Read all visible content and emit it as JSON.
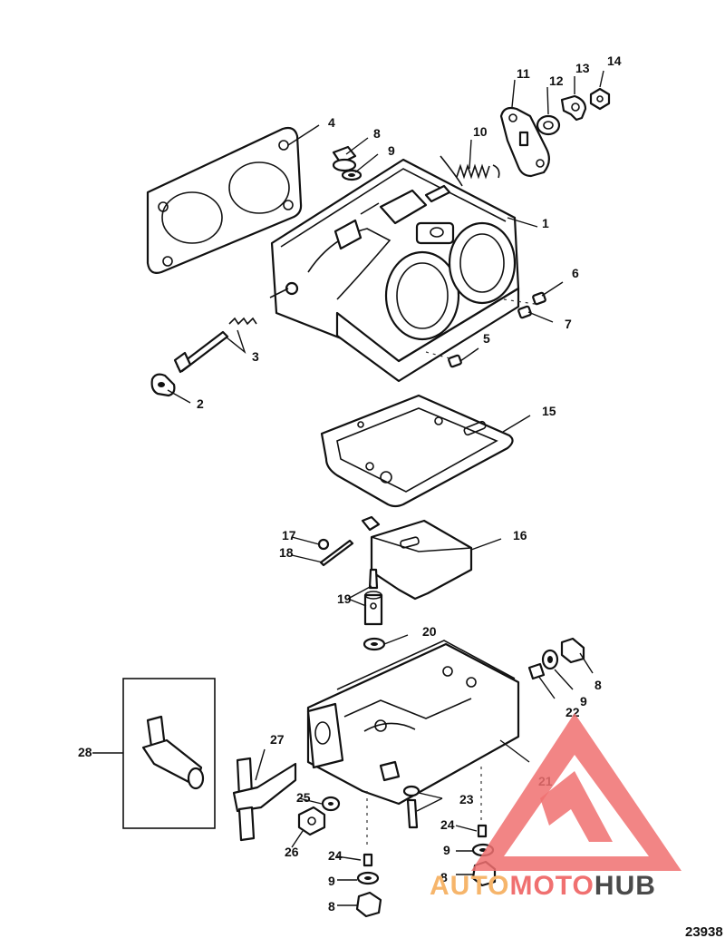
{
  "diagram": {
    "figure_number": "23938",
    "callouts": [
      "1",
      "2",
      "3",
      "4",
      "5",
      "6",
      "7",
      "8",
      "9",
      "10",
      "11",
      "12",
      "13",
      "14",
      "15",
      "16",
      "17",
      "18",
      "19",
      "20",
      "21",
      "22",
      "23",
      "24",
      "25",
      "26",
      "27",
      "28"
    ],
    "watermark": {
      "word_part_1": "AUTO",
      "word_part_2": "MOTO",
      "word_part_3": "HUB",
      "colors": {
        "logo_red": "#f07070",
        "auto": "#f6b56b",
        "moto": "#f07070",
        "hub": "#4a4a4a"
      }
    }
  }
}
